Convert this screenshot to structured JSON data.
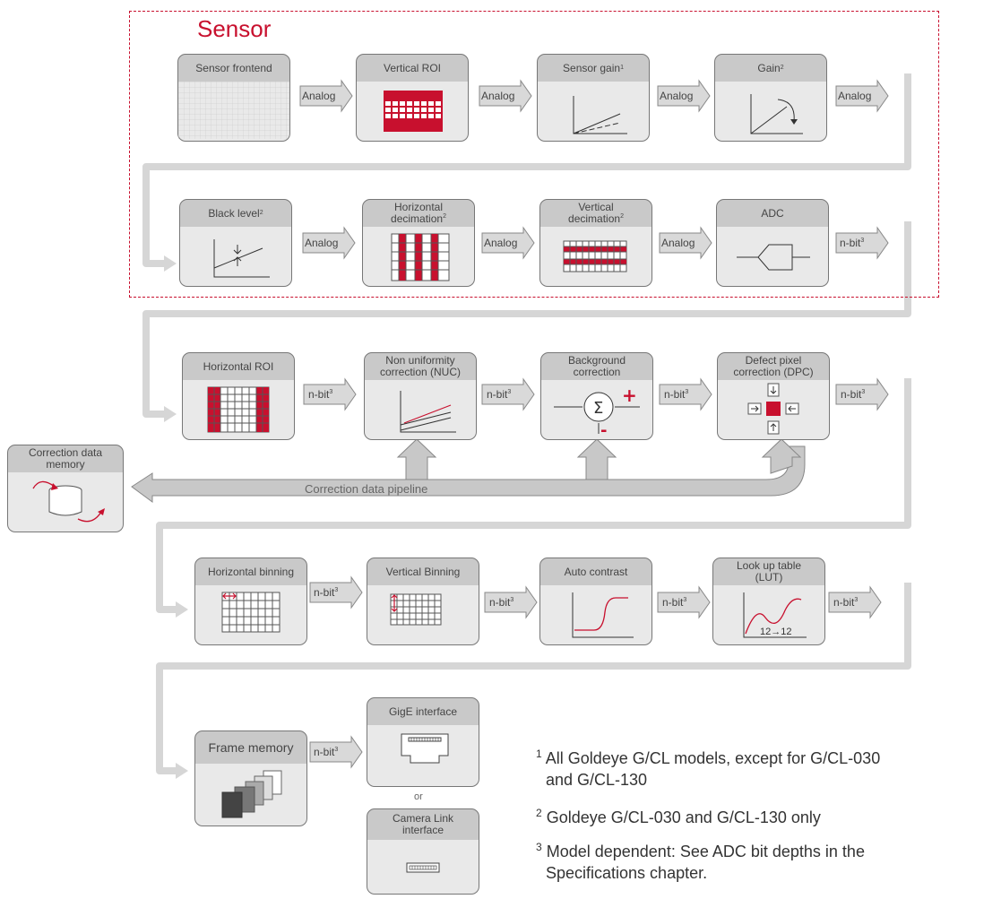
{
  "sensor_label": "Sensor",
  "rows": {
    "row1": [
      "Sensor frontend",
      "Vertical ROI",
      "Sensor gain",
      "Gain"
    ],
    "row2": [
      "Black level",
      "Horizontal decimation",
      "Vertical decimation",
      "ADC"
    ],
    "row3": [
      "Horizontal ROI",
      "Non uniformity correction (NUC)",
      "Background correction",
      "Defect pixel correction (DPC)"
    ],
    "row4": [
      "Horizontal binning",
      "Vertical Binning",
      "Auto contrast",
      "Look up table (LUT)"
    ],
    "row5": [
      "Frame memory",
      "GigE interface",
      "Camera Link interface"
    ]
  },
  "labels": {
    "sensor_frontend": "Sensor frontend",
    "vertical_roi": "Vertical ROI",
    "sensor_gain": "Sensor gain",
    "gain": "Gain",
    "black_level": "Black level",
    "horizontal_decimation_1": "Horizontal",
    "horizontal_decimation_2": "decimation",
    "vertical_decimation_1": "Vertical",
    "vertical_decimation_2": "decimation",
    "adc": "ADC",
    "horizontal_roi": "Horizontal ROI",
    "nuc_1": "Non uniformity",
    "nuc_2": "correction (NUC)",
    "background_1": "Background",
    "background_2": "correction",
    "dpc_1": "Defect pixel",
    "dpc_2": "correction (DPC)",
    "correction_memory_1": "Correction data",
    "correction_memory_2": "memory",
    "correction_pipeline": "Correction data pipeline",
    "horizontal_binning": "Horizontal binning",
    "vertical_binning": "Vertical Binning",
    "auto_contrast": "Auto contrast",
    "lut_1": "Look up table",
    "lut_2": "(LUT)",
    "lut_mapping": "12→12",
    "frame_memory": "Frame memory",
    "gige": "GigE interface",
    "camera_link_1": "Camera Link",
    "camera_link_2": "interface",
    "or": "or"
  },
  "signals": {
    "analog": "Analog",
    "nbit": "n-bit",
    "sup3": "3",
    "sup1": "1",
    "sup2": "2"
  },
  "footnotes": {
    "n1_num": "1",
    "n1_line1": "All Goldeye G/CL models, except for G/CL-030",
    "n1_line2": "and G/CL-130",
    "n2_num": "2",
    "n2_line1": "Goldeye G/CL-030 and G/CL-130 only",
    "n3_num": "3",
    "n3_line1": "Model dependent: See ADC bit depths in the",
    "n3_line2": "Specifications chapter."
  },
  "colors": {
    "accent_red": "#c8102e",
    "header_gray": "#c9c9c9",
    "body_gray": "#e9e9e9",
    "flow_gray": "#d4d4d4"
  }
}
